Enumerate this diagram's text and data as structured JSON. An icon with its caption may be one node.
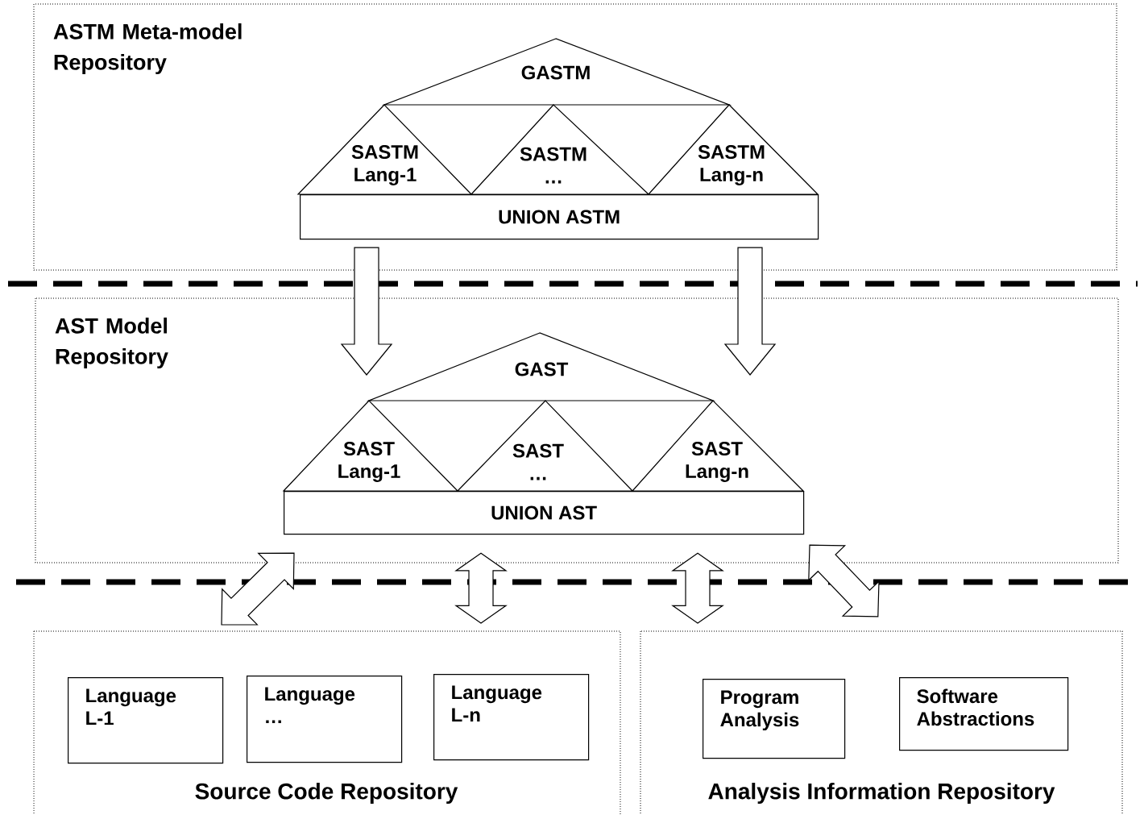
{
  "diagram": {
    "nodes": [
      {
        "text": [
          "ASTM Meta-model Repository"
        ]
      },
      {
        "text": [
          "GASTM"
        ],
        "in": 0
      },
      {
        "text": [
          "SASTM Lang-1"
        ],
        "in": 0
      },
      {
        "text": [
          "SASTM …"
        ],
        "in": 0
      },
      {
        "text": [
          "SASTM Lang-n"
        ],
        "in": 0
      },
      {
        "text": [
          "UNION ASTM"
        ],
        "in": 0
      },
      {
        "text": [
          "AST Model Repository"
        ]
      },
      {
        "text": [
          "GAST"
        ],
        "in": 6
      },
      {
        "text": [
          "SAST Lang-1"
        ],
        "in": 6
      },
      {
        "text": [
          "SAST …"
        ],
        "in": 6
      },
      {
        "text": [
          "SAST Lang-n"
        ],
        "in": 6
      },
      {
        "text": [
          "UNION AST"
        ],
        "in": 6
      },
      {
        "text": [
          "Source Code Repository"
        ]
      },
      {
        "text": [
          "Language L-1"
        ],
        "in": 12
      },
      {
        "text": [
          "Language …"
        ],
        "in": 12
      },
      {
        "text": [
          "Language L-n"
        ],
        "in": 12
      },
      {
        "text": [
          "Analysis Information Repository"
        ]
      },
      {
        "text": [
          "Program Analysis"
        ],
        "in": 16
      },
      {
        "text": [
          "Software Abstractions"
        ],
        "in": 16
      }
    ],
    "edges": [
      {
        "from": 5,
        "to": 6,
        "arrow": "to"
      },
      {
        "from": 5,
        "to": 6,
        "arrow": "to"
      },
      {
        "from": 11,
        "to": 12,
        "arrow": "both"
      },
      {
        "from": 11,
        "to": 12,
        "arrow": "both"
      },
      {
        "from": 11,
        "to": 16,
        "arrow": "both"
      },
      {
        "from": 11,
        "to": 16,
        "arrow": "both"
      }
    ]
  }
}
